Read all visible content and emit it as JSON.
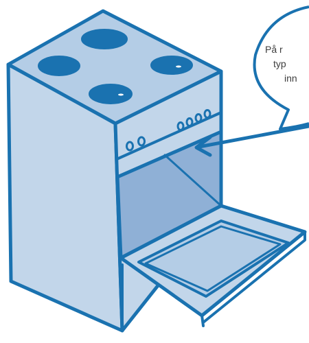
{
  "callout": {
    "lines": [
      "På r",
      "typ",
      "inn"
    ]
  },
  "colors": {
    "outline": "#1a72b0",
    "body_fill": "#c2d6ea",
    "top_fill": "#b4cde6",
    "burner_fill": "#1a72b0",
    "oven_interior": "#8fb0d6",
    "bubble_outline": "#1a72b0",
    "text": "#3d3d3d"
  },
  "icons": {
    "stove": "stove-illustration",
    "arrow": "arrow-icon",
    "bubble": "speech-bubble"
  }
}
